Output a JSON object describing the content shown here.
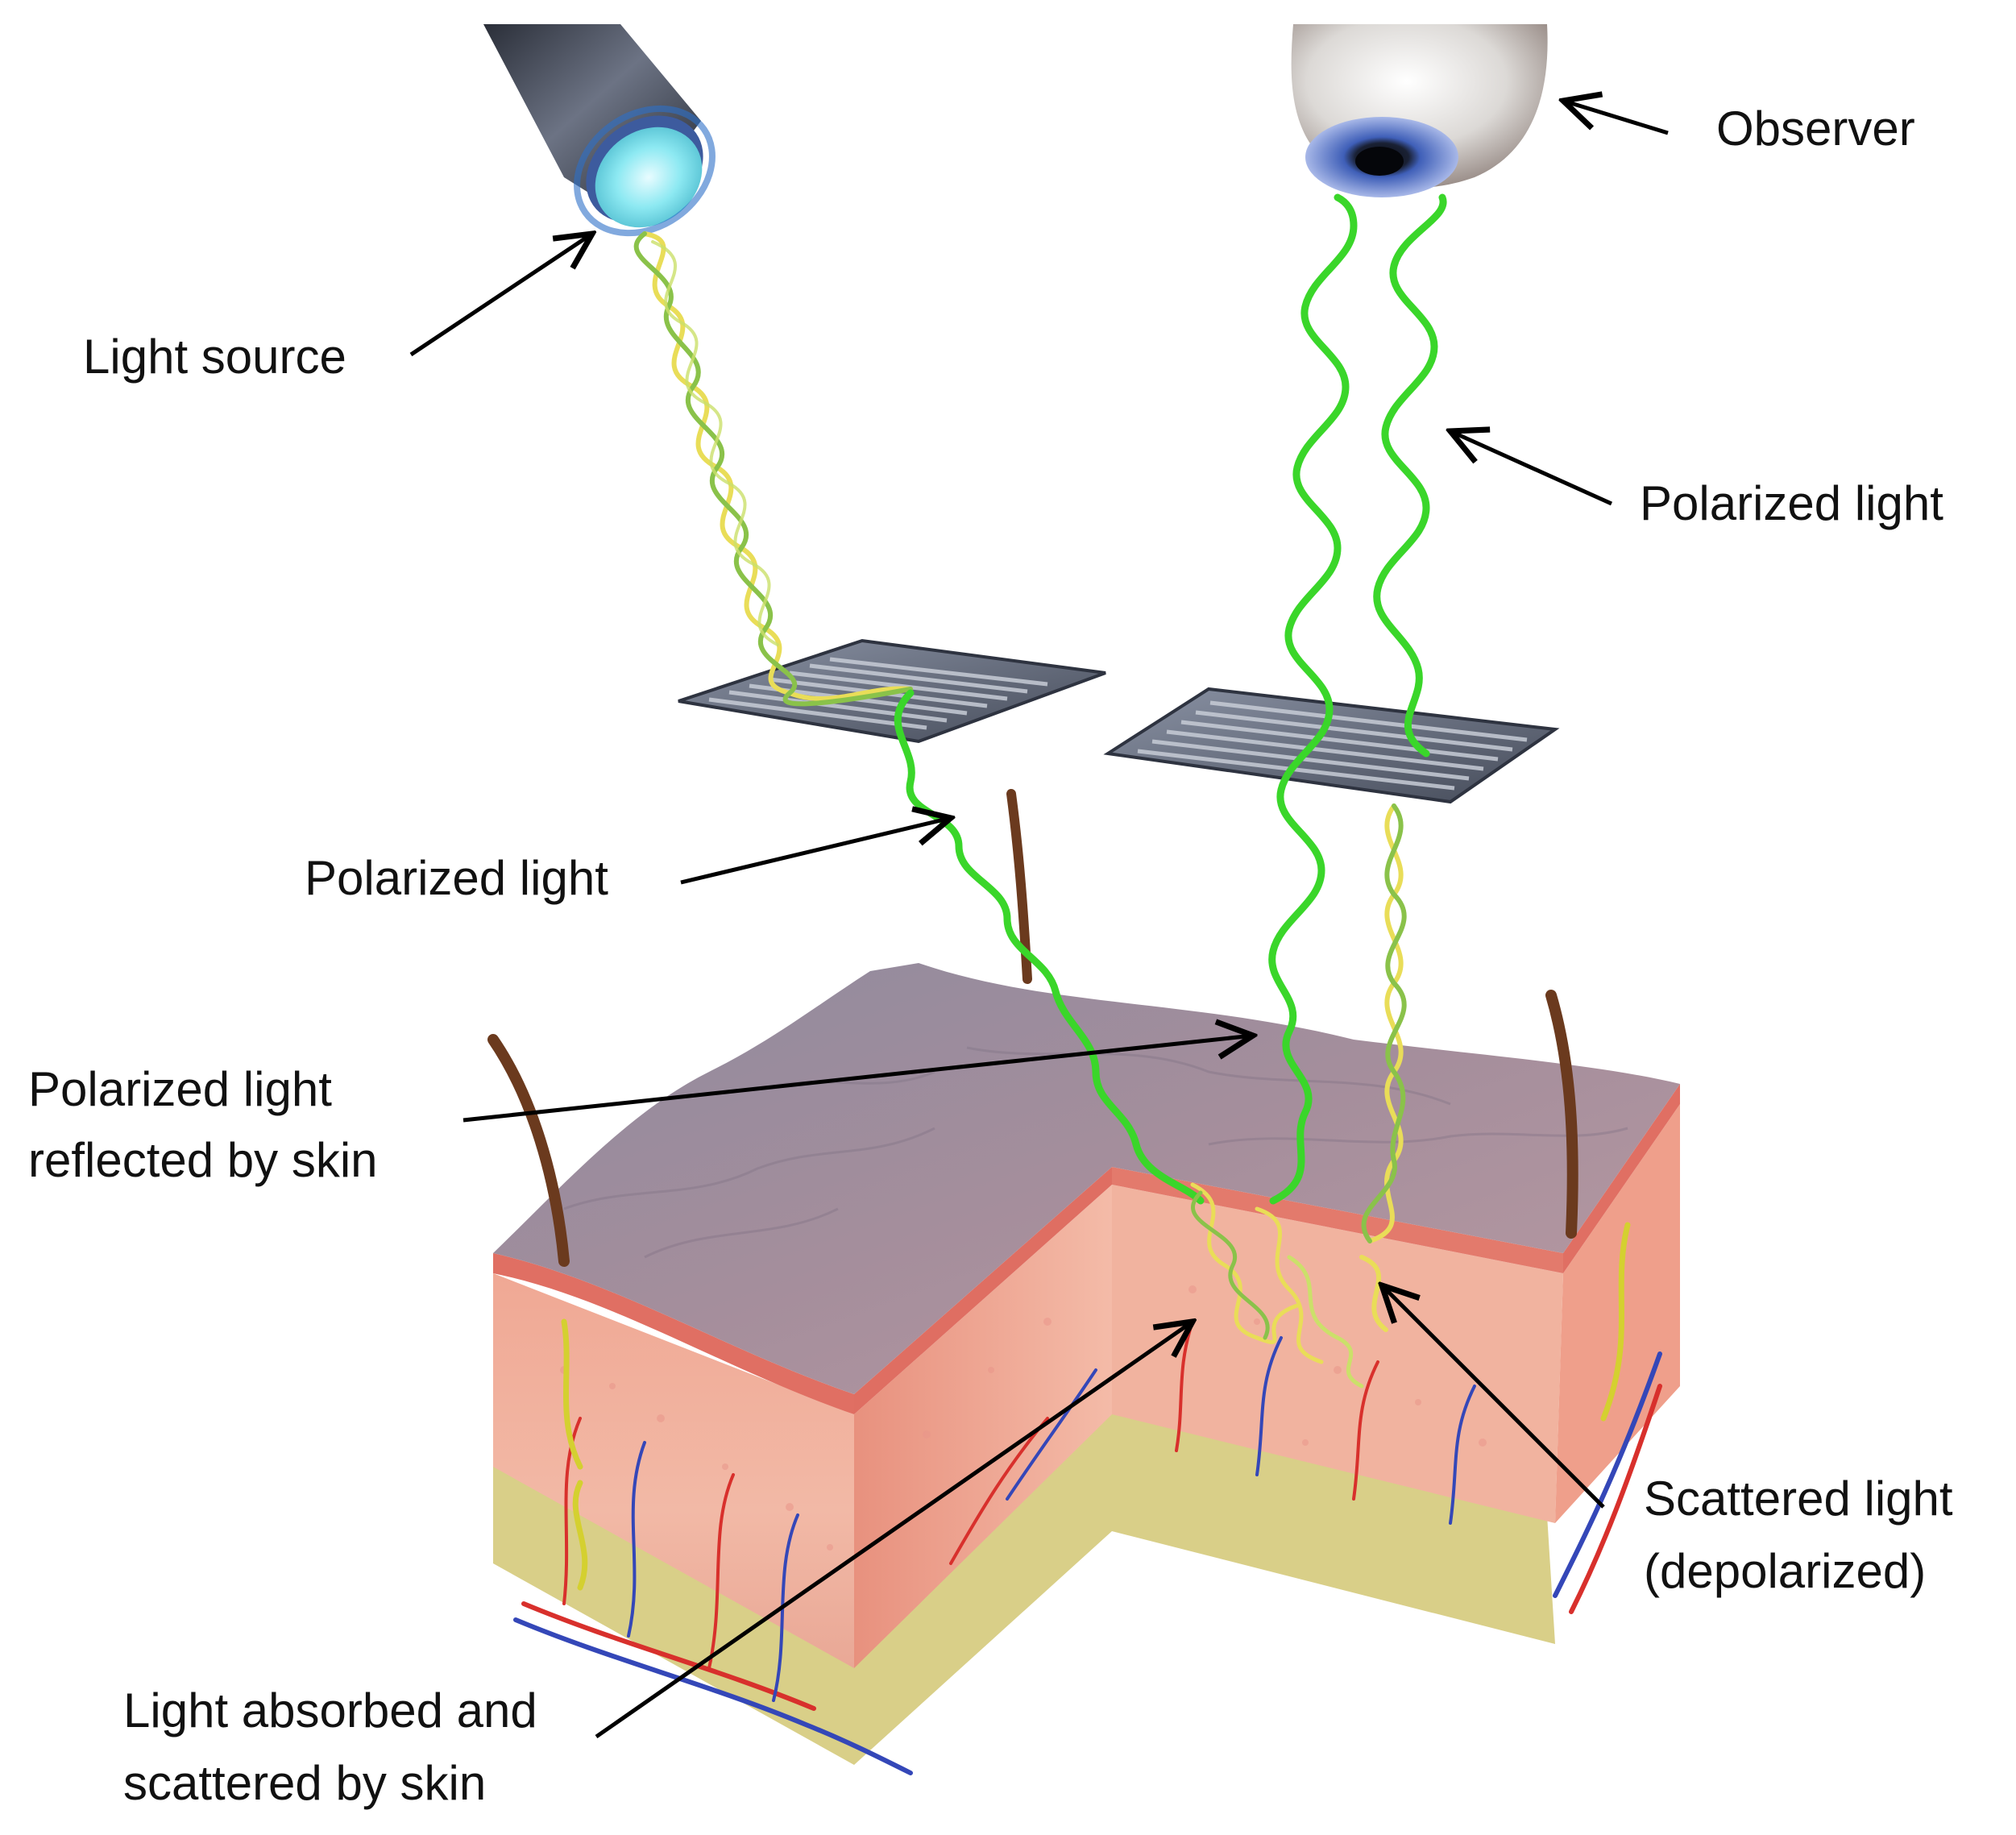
{
  "labels": {
    "light_source": "Light source",
    "observer": "Observer",
    "polarized_light_top": "Polarized light",
    "polarized_light_middle": "Polarized light",
    "reflected_line1": "Polarized light",
    "reflected_line2": "reflected by skin",
    "scattered_line1": "Scattered light",
    "scattered_line2": "(depolarized)",
    "absorbed_line1": "Light absorbed and",
    "absorbed_line2": "scattered by skin"
  },
  "colors": {
    "polarized_wave": "#3ad62a",
    "unpolarized_wave_a": "#e9dd58",
    "unpolarized_wave_b": "#8ac24a",
    "filter_grid": "#5c6373",
    "skin_surface": "#9a8a96",
    "epidermis": "#e58c7c",
    "dermis": "#f2b7a0",
    "fat_layer": "#d8cf8c",
    "artery": "#d8302c",
    "vein": "#3447b8",
    "hair": "#6b3a1e",
    "light_glow": "#8de9f2",
    "arrow": "#000000"
  }
}
